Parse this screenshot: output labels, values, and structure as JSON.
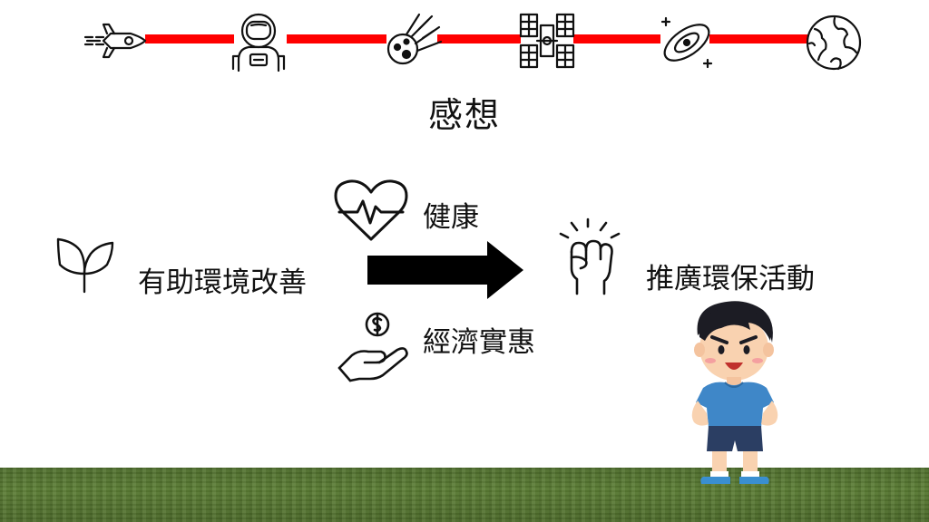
{
  "title": "感想",
  "left_label": "有助環境改善",
  "benefits": {
    "health": "健康",
    "economic": "經濟實惠"
  },
  "right_label": "推廣環保活動",
  "colors": {
    "timeline": "#ff0000",
    "grass": "#5b7d34",
    "shirt": "#3f87c8",
    "shorts": "#2b3e63"
  },
  "timeline_icons": [
    "rocket-icon",
    "astronaut-icon",
    "meteor-icon",
    "satellite-icon",
    "galaxy-icon",
    "earth-icon"
  ]
}
